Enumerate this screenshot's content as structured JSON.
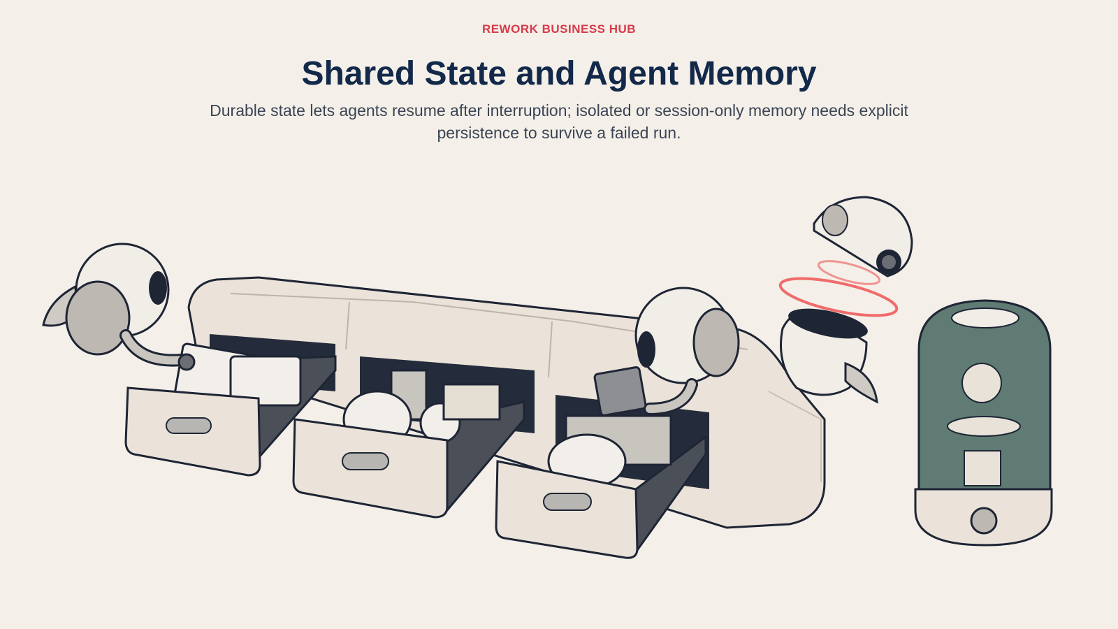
{
  "header": {
    "eyebrow": "REWORK BUSINESS HUB",
    "title": "Shared State and Agent Memory",
    "subtitle": "Durable state lets agents resume after interruption; isolated or session-only memory needs explicit persistence to survive a failed run."
  },
  "illustration": {
    "icons": [
      "robot-agent-icon",
      "filing-cabinet-icon",
      "file-drawer-icon",
      "broken-robot-icon",
      "memory-jar-icon"
    ],
    "colors": {
      "background": "#f4f0e9",
      "accent": "#d8394a",
      "title": "#13294a",
      "outline": "#1e2535",
      "cream": "#ebe4da",
      "glass": "#5f7b73",
      "signal": "#f06b6b"
    }
  }
}
